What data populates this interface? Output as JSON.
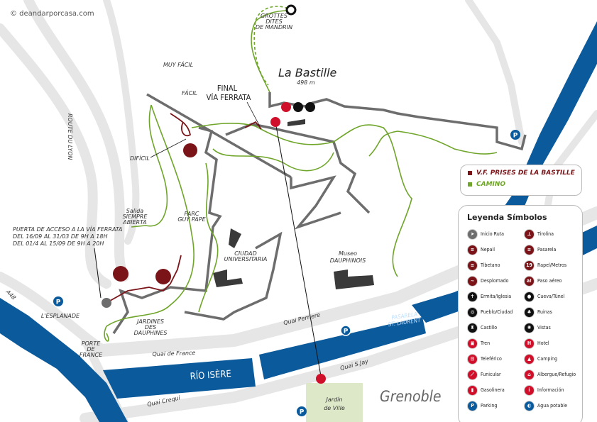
{
  "copyright": "© deandarporcasa.com",
  "places": {
    "la_bastille": "La Bastille",
    "altitude": "498 m",
    "final_via_ferrata": [
      "FINAL",
      "VÍA FERRATA"
    ],
    "grottes": [
      "GROTTES",
      "DITES",
      "DE MANDRIN"
    ],
    "muy_facil": "MUY FÁCIL",
    "facil": "FÁCIL",
    "dificil": "DIFÍCIL",
    "route_du_lyon": "ROUTE DU LYON",
    "salida": [
      "Salida",
      "SIEMPRE",
      "ABIERTA"
    ],
    "parc": [
      "PARC",
      "GUY PAPE"
    ],
    "access_note": [
      "PUERTA DE ACCESO A LA VÍA FERRATA",
      "DEL 16/09 AL 31/03 DE 9H A 18H",
      "DEL 01/4 AL 15/09 DE 9H A 20H"
    ],
    "ciudad": [
      "CIUDAD",
      "UNIVERSITARIA"
    ],
    "museo": [
      "Museo",
      "DAUPHINOIS"
    ],
    "a48": "A48",
    "esplanade": "L'ESPLANADE",
    "jardines": [
      "JARDINES",
      "DES",
      "DAUPHINES"
    ],
    "porte": [
      "PORTE",
      "DE",
      "FRANCE"
    ],
    "quai_france": "Quai de France",
    "quai_perriere": "Quai Perriere",
    "pasarela": [
      "PASARELA",
      "ST. LAURENT"
    ],
    "rio": "RÍO ISÈRE",
    "quai_sjay": "Quai S.Jay",
    "quai_crequi": "Quai Crequi",
    "jardin_ville": [
      "Jardín",
      "de Ville"
    ],
    "grenoble": "Grenoble",
    "parking": "P"
  },
  "routes_legend": [
    {
      "label": "V.F. PRISES DE LA BASTILLE",
      "color": "#7a1418"
    },
    {
      "label": "CAMINO",
      "color": "#6fa52a"
    }
  ],
  "legend": {
    "title": "Leyenda Símbolos",
    "items": [
      {
        "label": "Inicio Ruta",
        "icon": "start-arrow-icon",
        "color": "#6d6d6d",
        "glyph": "➤"
      },
      {
        "label": "Tirolina",
        "icon": "zipline-icon",
        "color": "#7a1418",
        "glyph": "⟂"
      },
      {
        "label": "Nepalí",
        "icon": "nepal-bridge-icon",
        "color": "#7a1418",
        "glyph": "≡"
      },
      {
        "label": "Pasarela",
        "icon": "footbridge-icon",
        "color": "#7a1418",
        "glyph": "≡"
      },
      {
        "label": "Tibetano",
        "icon": "tibetan-bridge-icon",
        "color": "#7a1418",
        "glyph": "≡"
      },
      {
        "label": "Rapel/Metros",
        "icon": "rappel-icon",
        "color": "#7a1418",
        "glyph": "19"
      },
      {
        "label": "Desplomado",
        "icon": "overhang-icon",
        "color": "#7a1418",
        "glyph": "~"
      },
      {
        "label": "Paso aéreo",
        "icon": "aerial-pass-icon",
        "color": "#7a1418",
        "glyph": "a!"
      },
      {
        "label": "Ermita/Iglesia",
        "icon": "church-icon",
        "color": "#111",
        "glyph": "✝"
      },
      {
        "label": "Cueva/Túnel",
        "icon": "cave-icon",
        "color": "#111",
        "glyph": "●"
      },
      {
        "label": "Pueblo/Ciudad",
        "icon": "town-icon",
        "color": "#111",
        "glyph": "◎"
      },
      {
        "label": "Ruinas",
        "icon": "ruins-icon",
        "color": "#111",
        "glyph": "♣"
      },
      {
        "label": "Castillo",
        "icon": "castle-icon",
        "color": "#111",
        "glyph": "♜"
      },
      {
        "label": "Vistas",
        "icon": "views-icon",
        "color": "#111",
        "glyph": "✺"
      },
      {
        "label": "Tren",
        "icon": "train-icon",
        "color": "#d0102a",
        "glyph": "▣"
      },
      {
        "label": "Hotel",
        "icon": "hotel-icon",
        "color": "#d0102a",
        "glyph": "H"
      },
      {
        "label": "Teleférico",
        "icon": "cable-car-icon",
        "color": "#d0102a",
        "glyph": "⊟"
      },
      {
        "label": "Camping",
        "icon": "camping-icon",
        "color": "#d0102a",
        "glyph": "▲"
      },
      {
        "label": "Funicular",
        "icon": "funicular-icon",
        "color": "#d0102a",
        "glyph": "⟋"
      },
      {
        "label": "Albergue/Refugio",
        "icon": "shelter-icon",
        "color": "#d0102a",
        "glyph": "⌂"
      },
      {
        "label": "Gasolinera",
        "icon": "fuel-icon",
        "color": "#d0102a",
        "glyph": "▮"
      },
      {
        "label": "Información",
        "icon": "info-icon",
        "color": "#d0102a",
        "glyph": "i"
      },
      {
        "label": "Parking",
        "icon": "parking-icon",
        "color": "#0b5a9c",
        "glyph": "P"
      },
      {
        "label": "Agua potable",
        "icon": "water-icon",
        "color": "#0b5a9c",
        "glyph": "◐"
      }
    ]
  },
  "colors": {
    "river": "#0b5a9c",
    "trail": "#6fa52a",
    "via_ferrata": "#7a1418",
    "wall": "#6d6d6d",
    "road": "#e6e6e6",
    "garden": "#dde8c8"
  }
}
